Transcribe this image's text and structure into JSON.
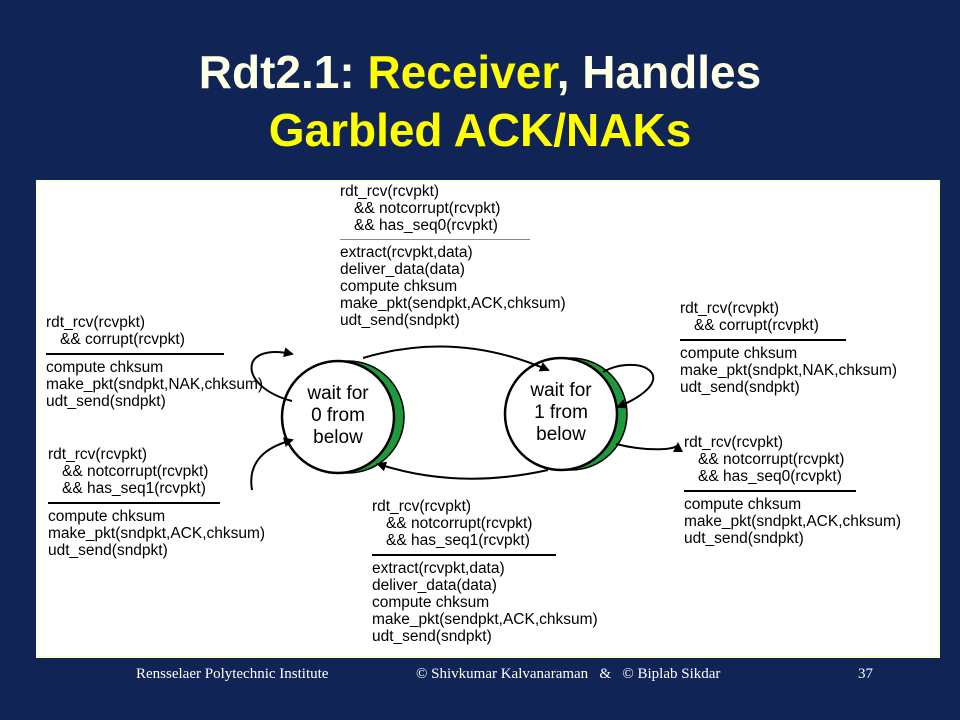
{
  "title": {
    "part1": "Rdt2.1: ",
    "part2": "Receiver",
    "part3": ", Handles",
    "line2": "Garbled ACK/NAKs"
  },
  "states": {
    "wait0": [
      "wait for",
      "0 from",
      "below"
    ],
    "wait1": [
      "wait for",
      "1 from",
      "below"
    ]
  },
  "transitions": {
    "top": {
      "event": [
        "rdt_rcv(rcvpkt)",
        "&& notcorrupt(rcvpkt)",
        "&& has_seq0(rcvpkt)"
      ],
      "actions": [
        "extract(rcvpkt,data)",
        "deliver_data(data)",
        "compute chksum",
        "make_pkt(sendpkt,ACK,chksum)",
        "udt_send(sndpkt)"
      ]
    },
    "left_top": {
      "event": [
        "rdt_rcv(rcvpkt)",
        "&& corrupt(rcvpkt)"
      ],
      "actions": [
        "compute chksum",
        "make_pkt(sndpkt,NAK,chksum)",
        "udt_send(sndpkt)"
      ]
    },
    "left_bottom": {
      "event": [
        "rdt_rcv(rcvpkt)",
        "&& notcorrupt(rcvpkt)",
        "&& has_seq1(rcvpkt)"
      ],
      "actions": [
        "compute chksum",
        "make_pkt(sndpkt,ACK,chksum)",
        "udt_send(sndpkt)"
      ]
    },
    "right_top": {
      "event": [
        "rdt_rcv(rcvpkt)",
        "&& corrupt(rcvpkt)"
      ],
      "actions": [
        "compute chksum",
        "make_pkt(sndpkt,NAK,chksum)",
        "udt_send(sndpkt)"
      ]
    },
    "right_bottom": {
      "event": [
        "rdt_rcv(rcvpkt)",
        "&& notcorrupt(rcvpkt)",
        "&& has_seq0(rcvpkt)"
      ],
      "actions": [
        "compute chksum",
        "make_pkt(sndpkt,ACK,chksum)",
        "udt_send(sndpkt)"
      ]
    },
    "bottom": {
      "event": [
        "rdt_rcv(rcvpkt)",
        "&& notcorrupt(rcvpkt)",
        "&& has_seq1(rcvpkt)"
      ],
      "actions": [
        "extract(rcvpkt,data)",
        "deliver_data(data)",
        "compute chksum",
        "make_pkt(sendpkt,ACK,chksum)",
        "udt_send(sndpkt)"
      ]
    }
  },
  "footer": {
    "institute": "Rensselaer Polytechnic Institute",
    "authors": "© Shivkumar Kalvanaraman   &   © Biplab Sikdar",
    "page": "37"
  },
  "colors": {
    "background": "#102555",
    "title_yellow": "#ffff00",
    "title_white": "#ffffe6",
    "state_shadow": "#1e9a3c"
  }
}
